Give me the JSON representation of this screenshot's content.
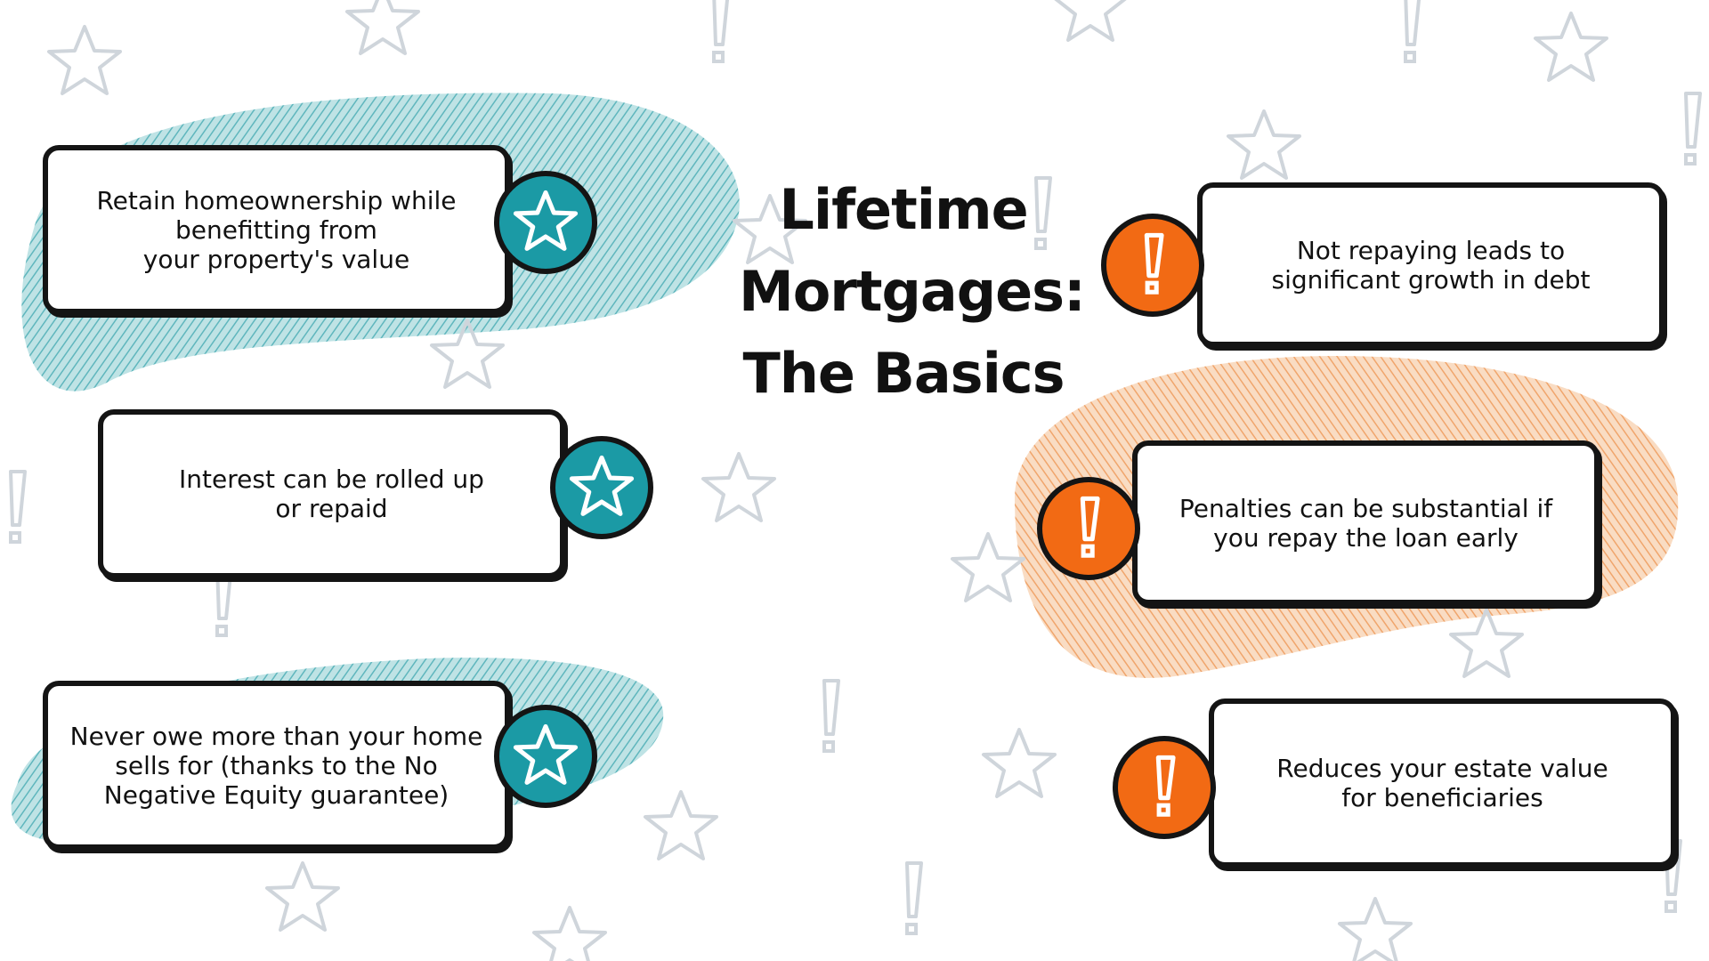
{
  "title": {
    "line1": "Lifetime",
    "line2": "Mortgages:",
    "line3": "The Basics"
  },
  "pros": [
    {
      "text": "Retain homeownership while\nbenefitting from\nyour property's value",
      "icon": "star-icon"
    },
    {
      "text": "Interest can be rolled up\nor repaid",
      "icon": "star-icon"
    },
    {
      "text": "Never owe more than your home\nsells for (thanks to the No\nNegative Equity guarantee)",
      "icon": "star-icon"
    }
  ],
  "cons": [
    {
      "text": "Not repaying leads to\nsignificant growth in debt",
      "icon": "exclamation-icon"
    },
    {
      "text": "Penalties can be substantial if\nyou repay the loan early",
      "icon": "exclamation-icon"
    },
    {
      "text": "Reduces your estate value\nfor beneficiaries",
      "icon": "exclamation-icon"
    }
  ],
  "colors": {
    "teal": "#1b9aa5",
    "teal_blob": "#7fc7cc",
    "orange": "#f26a14",
    "orange_blob": "#f3b98a",
    "ink": "#141414",
    "doodle": "#d3d8de"
  }
}
